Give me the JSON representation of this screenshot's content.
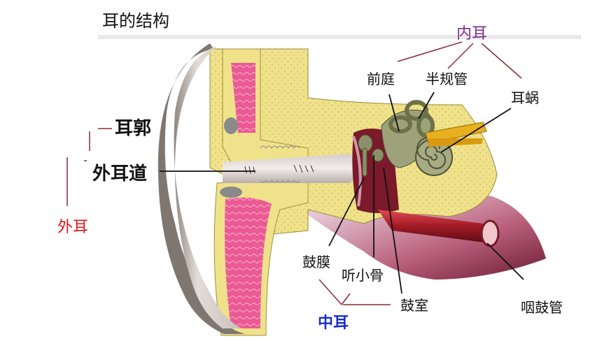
{
  "title": "耳的结构",
  "labels": {
    "outer_ear": "外耳",
    "auricle": "耳郭",
    "ear_canal": "外耳道",
    "middle_ear": "中耳",
    "eardrum": "鼓膜",
    "ossicles": "听小骨",
    "tympanic_cavity": "鼓室",
    "eustachian_tube": "咽鼓管",
    "inner_ear": "内耳",
    "vestibule": "前庭",
    "semicircular_canals": "半规管",
    "cochlea": "耳蜗"
  },
  "colors": {
    "outer_ear": "#e3161a",
    "middle_ear": "#1a2ec9",
    "inner_ear": "#7a2c8e",
    "bone": "#efe28a",
    "skin": "#d9d0cc",
    "tissue": "#e8498a",
    "tube": "#b0212f"
  }
}
